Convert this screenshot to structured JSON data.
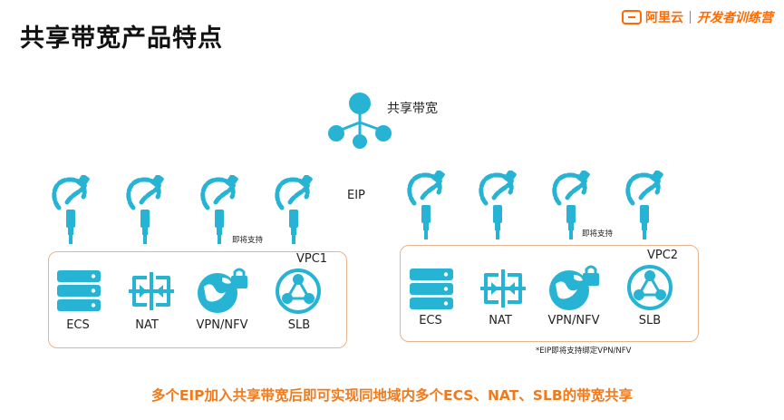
{
  "header": {
    "title": "共享带宽产品特点",
    "logo_brand": "阿里云",
    "logo_sub": "开发者训练营"
  },
  "hub": {
    "label": "共享带宽"
  },
  "eip_label": "EIP",
  "vpc1": {
    "name": "VPC1",
    "note": "即将支持",
    "services": [
      "ECS",
      "NAT",
      "VPN/NFV",
      "SLB"
    ]
  },
  "vpc2": {
    "name": "VPC2",
    "note": "即将支持",
    "services": [
      "ECS",
      "NAT",
      "VPN/NFV",
      "SLB"
    ],
    "footnote": "*EIP即将支持绑定VPN/NFV"
  },
  "bottom_text": "多个EIP加入共享带宽后即可实现同地域内多个ECS、NAT、SLB的带宽共享",
  "colors": {
    "icon": "#26b3d4",
    "accent": "#f07a1a",
    "box": "#e7b48f"
  }
}
